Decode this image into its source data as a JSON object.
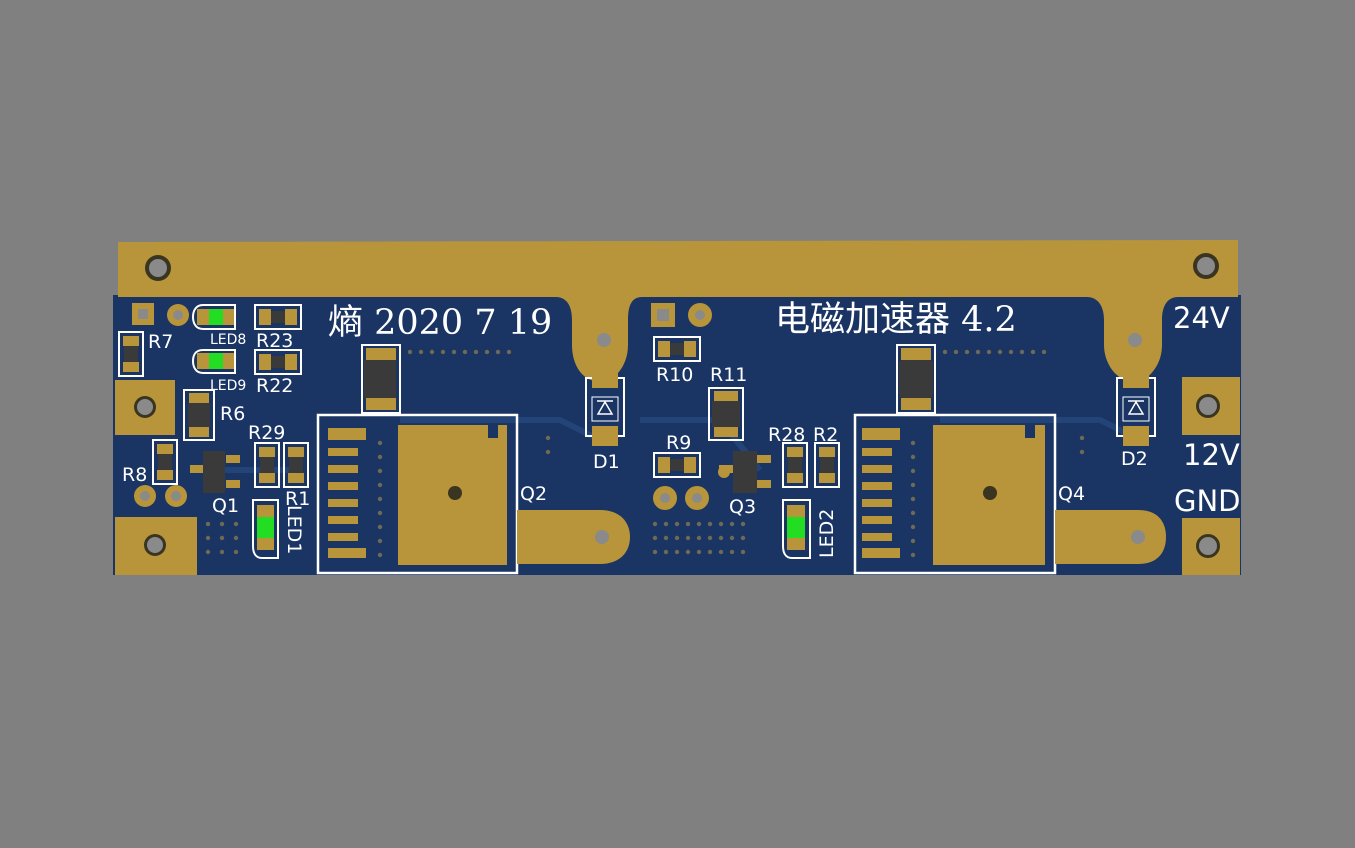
{
  "board": {
    "title_left": "熵 2020 7 19",
    "title_right": "电磁加速器 4.2",
    "terminal_labels": [
      "24V",
      "12V",
      "GND"
    ],
    "colors": {
      "background": "#808080",
      "pcb": "#1a3564",
      "copper": "#b8953a",
      "silkscreen": "#ffffff",
      "led": "#22dd22",
      "ic": "#3a3a3a"
    }
  },
  "labels": {
    "R7": "R7",
    "LED8": "LED8",
    "R23": "R23",
    "LED9": "LED9",
    "R22": "R22",
    "R6": "R6",
    "R29": "R29",
    "R8": "R8",
    "Q1": "Q1",
    "R1": "R1",
    "LED1": "LED1",
    "Q2": "Q2",
    "D1": "D1",
    "R10": "R10",
    "R11": "R11",
    "R9": "R9",
    "R28": "R28",
    "R2": "R2",
    "Q3": "Q3",
    "LED2": "LED2",
    "Q4": "Q4",
    "D2": "D2"
  }
}
